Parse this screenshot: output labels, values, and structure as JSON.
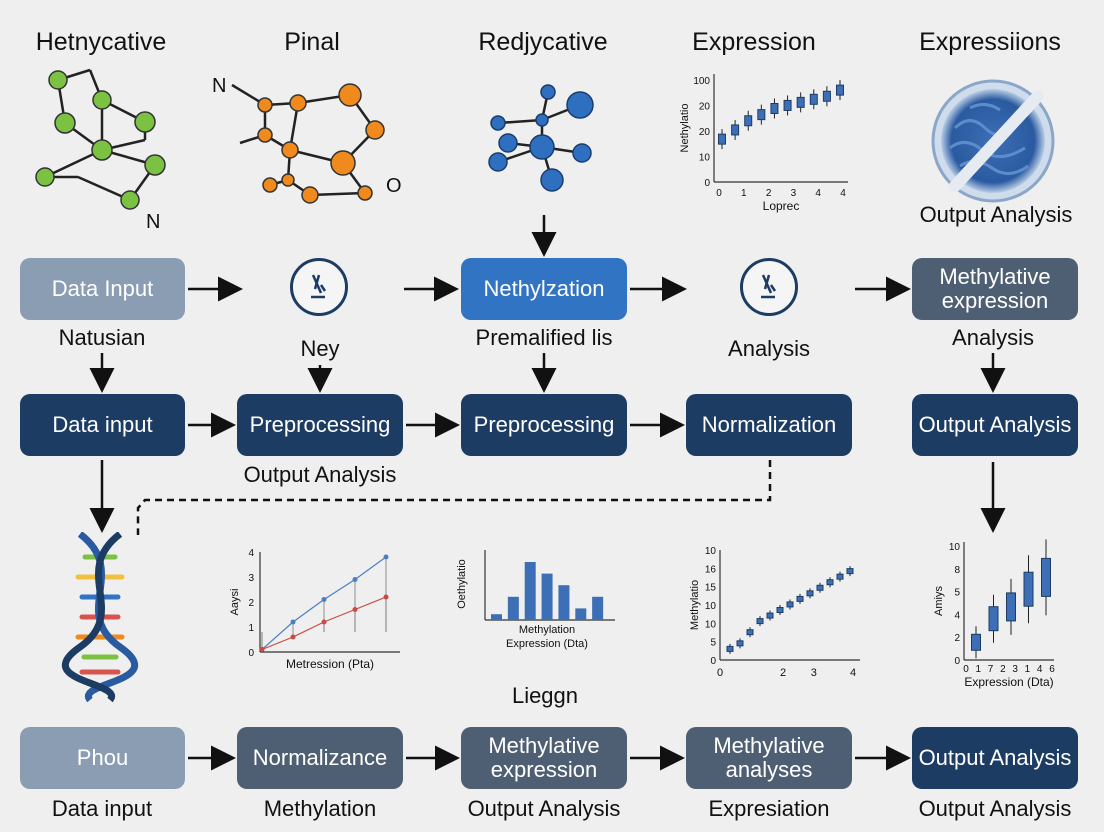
{
  "titles": {
    "col1": "Hetnycative",
    "col2": "Pinal",
    "col3": "Redjycative",
    "col4": "Expression",
    "col5": "Expressiions"
  },
  "molecule_labels": {
    "m1_n": "N",
    "m2_n": "N",
    "m2_o": "O"
  },
  "top_right_caption": "Output Analysis",
  "row1": {
    "box1": "Data Input",
    "box3": "Nethylzation",
    "box5": "Methylative expression",
    "label1": "Natusian",
    "label2": "Ney",
    "label3": "Premalified lis",
    "label4": "Analysis",
    "label5": "Analysis"
  },
  "row2": {
    "box1": "Data input",
    "box2": "Preprocessing",
    "box3": "Preprocessing",
    "box4": "Normalization",
    "box5": "Output Analysis",
    "label2": "Output Analysis"
  },
  "row4": {
    "box1": "Phou",
    "box2": "Normalizance",
    "box3": "Methylative expression",
    "box4": "Methylative analyses",
    "box5": "Output Analysis",
    "label1": "Data input",
    "label2": "Methylation",
    "label3": "Output Analysis",
    "label4": "Expresiation",
    "label5": "Output Analysis"
  },
  "mid_caption": "Lieggn",
  "colors": {
    "light": "#8b9db3",
    "blue": "#3174c4",
    "navy": "#1c3c63",
    "slate": "#4f5f73",
    "green": "#7cc242",
    "orange": "#f08a1c",
    "molblue": "#2f6fc0"
  },
  "chart_data": [
    {
      "type": "scatter",
      "title": "",
      "xlabel": "Loprec",
      "ylabel": "Nethylatio",
      "x_ticks": [
        "0",
        "1",
        "2",
        "3",
        "4",
        "4"
      ],
      "y_ticks": [
        "0",
        "10",
        "20",
        "20",
        "100"
      ],
      "series": [
        {
          "values": [
            14,
            17,
            20,
            22,
            24,
            25,
            26,
            27,
            28,
            30
          ]
        }
      ]
    },
    {
      "type": "line",
      "title": "",
      "xlabel": "Metression (Pta)",
      "ylabel": "Aaysi",
      "y_ticks": [
        "0",
        "1",
        "2",
        "3",
        "4"
      ],
      "series": [
        {
          "color": "#4a7fc1",
          "x": [
            0,
            1,
            2,
            3,
            4
          ],
          "y": [
            0.1,
            1.2,
            2.1,
            2.9,
            3.8
          ]
        },
        {
          "color": "#c94a42",
          "x": [
            0,
            1,
            2,
            3,
            4
          ],
          "y": [
            0.1,
            0.6,
            1.2,
            1.7,
            2.2
          ]
        }
      ]
    },
    {
      "type": "bar",
      "title": "",
      "xlabel": "Methylation Expression (Dta)",
      "ylabel": "Oethylatio",
      "values": [
        1,
        4,
        10,
        8,
        6,
        2,
        4
      ]
    },
    {
      "type": "scatter",
      "title": "",
      "xlabel": "",
      "ylabel": "Methylatio",
      "x_ticks": [
        "0",
        "2",
        "3",
        "4"
      ],
      "y_ticks": [
        "0",
        "5",
        "10",
        "10",
        "15",
        "16",
        "10"
      ],
      "series": [
        {
          "values": [
            2,
            3,
            5,
            7,
            8,
            9,
            10,
            11,
            12,
            13,
            14,
            15,
            16
          ]
        }
      ]
    },
    {
      "type": "scatter",
      "title": "",
      "xlabel": "Expression (Dta)",
      "ylabel": "Amiys",
      "x_ticks": [
        "0",
        "1",
        "7",
        "2",
        "3",
        "1",
        "4",
        "6"
      ],
      "y_ticks": [
        "0",
        "2",
        "4",
        "5",
        "8",
        "10"
      ],
      "series": [
        {
          "values": [
            1.5,
            3.5,
            4.5,
            6,
            7
          ]
        }
      ]
    }
  ]
}
